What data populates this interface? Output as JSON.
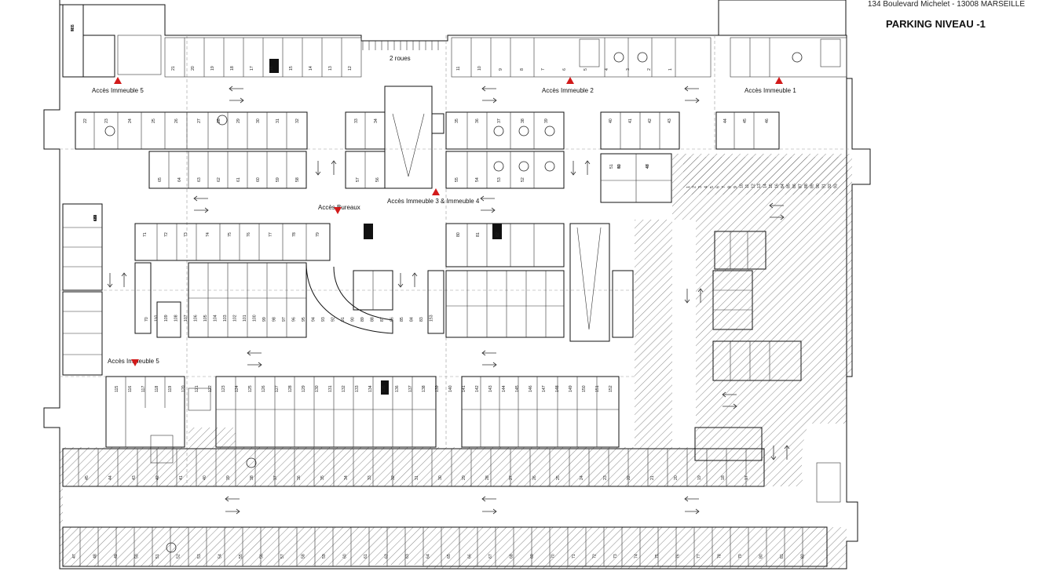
{
  "header": {
    "address": "134 Boulevard Michelet - 13008 MARSEILLE",
    "title": "PARKING NIVEAU -1"
  },
  "labels": {
    "acces_immeuble_5_top": "Accès Immeuble 5",
    "acces_immeuble_2": "Accès Immeuble 2",
    "acces_immeuble_1": "Accès Immeuble 1",
    "deux_roues": "2 roues",
    "acces_bureaux": "Accès Bureaux",
    "acces_immeuble_3_4": "Accès Immeuble 3 & Immeuble 4",
    "acces_immeuble_5_bottom": "Accès Immeuble 5"
  },
  "colors": {
    "marker": "#d21a1a",
    "wall": "#111111",
    "hatch": "#555555"
  },
  "spaces": {
    "top_row": [
      "21",
      "20",
      "19",
      "18",
      "17",
      "16",
      "15",
      "14",
      "13",
      "12",
      "11",
      "10",
      "9",
      "8",
      "7",
      "6",
      "5",
      "4",
      "3",
      "2",
      "1"
    ],
    "row_a": [
      "22",
      "23",
      "24",
      "25",
      "26",
      "27",
      "28",
      "29",
      "30",
      "31",
      "32",
      "33",
      "34",
      "35",
      "36",
      "37",
      "38",
      "39",
      "40",
      "41",
      "42",
      "43",
      "44",
      "45",
      "46"
    ],
    "row_b": [
      "65",
      "64",
      "63",
      "62",
      "61",
      "60",
      "59",
      "58",
      "57",
      "56",
      "55",
      "54",
      "53",
      "52"
    ],
    "right_block": [
      "49",
      "47",
      "50",
      "48",
      "51"
    ],
    "center_row": [
      "71",
      "72",
      "73",
      "74",
      "75",
      "76",
      "77",
      "78",
      "79",
      "80",
      "81",
      "82"
    ],
    "center_lower": [
      "70",
      "110",
      "109",
      "108",
      "107",
      "106",
      "105",
      "104",
      "103",
      "102",
      "101",
      "100",
      "99",
      "98",
      "97",
      "96",
      "95",
      "94",
      "93",
      "92",
      "91",
      "90",
      "89",
      "88",
      "87",
      "86",
      "85",
      "84",
      "83",
      "153"
    ],
    "left_col": [
      "66",
      "67",
      "68",
      "69",
      "111",
      "112",
      "113",
      "114"
    ],
    "bottom_row_a": [
      "115",
      "116",
      "117",
      "118",
      "119",
      "120",
      "121",
      "122",
      "123",
      "124",
      "125",
      "126",
      "127",
      "128",
      "129",
      "130",
      "131",
      "132",
      "133",
      "134",
      "135",
      "136",
      "137",
      "138",
      "139",
      "140",
      "141",
      "142",
      "143",
      "144",
      "145",
      "146",
      "147",
      "148",
      "149",
      "150",
      "151",
      "152"
    ],
    "storage_1": [
      "45",
      "44",
      "43",
      "42",
      "41",
      "40",
      "39",
      "38",
      "37",
      "36",
      "35",
      "34",
      "33",
      "32",
      "31",
      "30",
      "29",
      "28",
      "27",
      "26",
      "25",
      "24",
      "23",
      "22",
      "21",
      "20",
      "19",
      "18",
      "17"
    ],
    "storage_2": [
      "47",
      "48",
      "49",
      "50",
      "51",
      "52",
      "53",
      "54",
      "55",
      "56",
      "57",
      "58",
      "59",
      "60",
      "61",
      "62",
      "63",
      "64",
      "65",
      "66",
      "67",
      "68",
      "69",
      "70",
      "71",
      "72",
      "73",
      "74",
      "75",
      "76",
      "77",
      "78",
      "79",
      "80",
      "81",
      "82"
    ],
    "hatched_zone": [
      "1",
      "2",
      "3",
      "4",
      "5",
      "6",
      "7",
      "8",
      "9",
      "10",
      "11",
      "12",
      "13",
      "14",
      "15",
      "16",
      "84",
      "85",
      "86",
      "87",
      "88",
      "89",
      "90",
      "91",
      "92",
      "93"
    ],
    "misc_top": [
      "586",
      "483",
      "965"
    ]
  }
}
